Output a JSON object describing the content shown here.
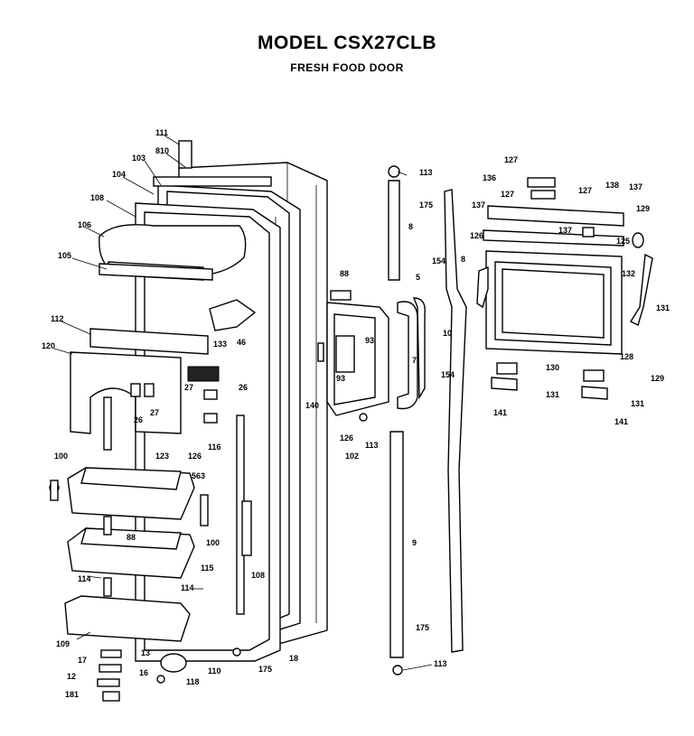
{
  "header": {
    "title": "MODEL CSX27CLB",
    "subtitle": "FRESH FOOD DOOR"
  },
  "callouts": [
    {
      "label": "111"
    },
    {
      "label": "810"
    },
    {
      "label": "103"
    },
    {
      "label": "104"
    },
    {
      "label": "108"
    },
    {
      "label": "106"
    },
    {
      "label": "105"
    },
    {
      "label": "112"
    },
    {
      "label": "120"
    },
    {
      "label": "133"
    },
    {
      "label": "46"
    },
    {
      "label": "27"
    },
    {
      "label": "26"
    },
    {
      "label": "26"
    },
    {
      "label": "27"
    },
    {
      "label": "126"
    },
    {
      "label": "116"
    },
    {
      "label": "563"
    },
    {
      "label": "100"
    },
    {
      "label": "123"
    },
    {
      "label": "88"
    },
    {
      "label": "100"
    },
    {
      "label": "115"
    },
    {
      "label": "114"
    },
    {
      "label": "114"
    },
    {
      "label": "108"
    },
    {
      "label": "109"
    },
    {
      "label": "13"
    },
    {
      "label": "17"
    },
    {
      "label": "16"
    },
    {
      "label": "12"
    },
    {
      "label": "181"
    },
    {
      "label": "110"
    },
    {
      "label": "118"
    },
    {
      "label": "175"
    },
    {
      "label": "18"
    },
    {
      "label": "88"
    },
    {
      "label": "93"
    },
    {
      "label": "93"
    },
    {
      "label": "140"
    },
    {
      "label": "126"
    },
    {
      "label": "113"
    },
    {
      "label": "102"
    },
    {
      "label": "5"
    },
    {
      "label": "113"
    },
    {
      "label": "175"
    },
    {
      "label": "8"
    },
    {
      "label": "154"
    },
    {
      "label": "10"
    },
    {
      "label": "7"
    },
    {
      "label": "154"
    },
    {
      "label": "8"
    },
    {
      "label": "9"
    },
    {
      "label": "175"
    },
    {
      "label": "113"
    },
    {
      "label": "127"
    },
    {
      "label": "136"
    },
    {
      "label": "127"
    },
    {
      "label": "127"
    },
    {
      "label": "138"
    },
    {
      "label": "137"
    },
    {
      "label": "137"
    },
    {
      "label": "137"
    },
    {
      "label": "129"
    },
    {
      "label": "126"
    },
    {
      "label": "125"
    },
    {
      "label": "132"
    },
    {
      "label": "131"
    },
    {
      "label": "128"
    },
    {
      "label": "129"
    },
    {
      "label": "130"
    },
    {
      "label": "131"
    },
    {
      "label": "131"
    },
    {
      "label": "141"
    },
    {
      "label": "141"
    }
  ]
}
